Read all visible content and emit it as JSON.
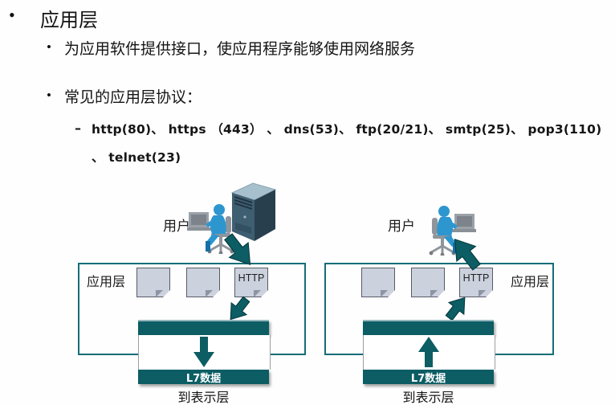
{
  "slide": {
    "bullet_glyph": "•",
    "dash_glyph": "–",
    "title": "应用层",
    "bullets": [
      "为应用软件提供接口，使应用程序能够使用网络服务",
      "常见的应用层协议："
    ],
    "protocols": {
      "line1": "http(80)、 https （443） 、 dns(53)、 ftp(20/21)、 smtp(25)、 pop3(110)",
      "line2": "、 telnet(23)"
    }
  },
  "diagram_left": {
    "user_label": "用户",
    "layer_label": "应用层",
    "http_label": "HTTP",
    "l7_label": "L7数据",
    "bottom_label": "到表示层"
  },
  "diagram_right": {
    "user_label": "用户",
    "layer_label": "应用层",
    "http_label": "HTTP",
    "l7_label": "L7数据",
    "bottom_label": "到表示层"
  },
  "icons": {
    "user_workstation": "person-at-computer-icon",
    "server": "server-tower-icon",
    "document": "document-icon",
    "flow_arrows": "teal-arrow-icon"
  },
  "colors": {
    "teal": "#0c5d64",
    "box_border": "#156d76",
    "doc_fill": "#ccd1de",
    "person_blue": "#2e96cf",
    "server_front": "#3e5e71",
    "server_side": "#283f4e",
    "server_top": "#a7c0cd",
    "text": "#141414"
  }
}
